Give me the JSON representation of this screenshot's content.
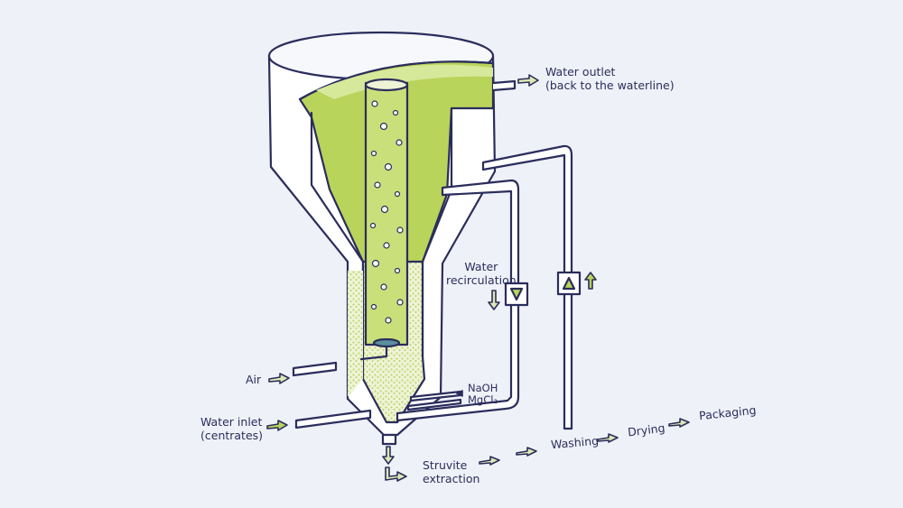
{
  "labels": {
    "water_outlet": "Water outlet",
    "water_outlet_sub": "(back to the waterline)",
    "water_recirculation_1": "Water",
    "water_recirculation_2": "recirculation",
    "air": "Air",
    "water_inlet": "Water inlet",
    "water_inlet_sub": "(centrates)",
    "naoh": "NaOH",
    "mgcl2": "MgCl₂",
    "struvite_1": "Struvite",
    "struvite_2": "extraction",
    "washing": "Washing",
    "drying": "Drying",
    "packaging": "Packaging"
  },
  "colors": {
    "line": "#2b2d5c",
    "liquid": "#b9d45a",
    "liquid_light": "#d6e89a",
    "arrow_fill": "#dfe8b4",
    "background": "#eff1f8"
  }
}
